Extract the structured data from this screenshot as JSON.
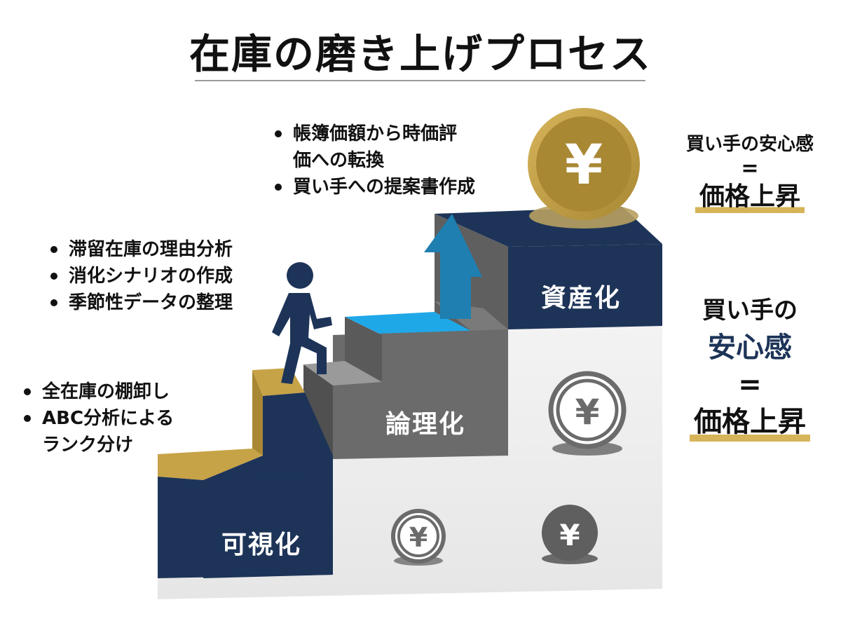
{
  "title": "在庫の磨き上げプロセス",
  "steps": {
    "visualization": {
      "label": "可視化",
      "bullets": [
        "全在庫の棚卸し",
        "ABC分析による",
        "ランク分け"
      ]
    },
    "logic": {
      "label": "論理化",
      "bullets": [
        "滞留在庫の理由分析",
        "消化シナリオの作成",
        "季節性データの整理"
      ]
    },
    "asset": {
      "label": "資産化",
      "bullets": [
        "帳簿価額から時価評",
        "価への転換",
        "買い手への提案書作成"
      ]
    }
  },
  "coin_symbol": "¥",
  "equation_top": {
    "line1": "買い手の安心感",
    "equals": "=",
    "line3": "価格上昇"
  },
  "equation_bottom": {
    "line1": "買い手の",
    "line2": "安心感",
    "equals": "=",
    "line4": "価格上昇"
  },
  "colors": {
    "navy": "#1d3458",
    "gold": "#c7a347",
    "gray": "#6b6b6b",
    "blue": "#1f7fb0",
    "cyan": "#1fa8e8"
  },
  "icons": [
    "person-walking-icon",
    "arrow-up-icon",
    "yen-coin-icon"
  ]
}
